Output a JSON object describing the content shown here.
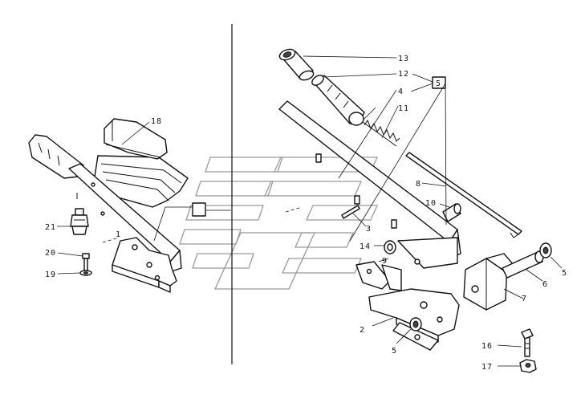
{
  "callouts": {
    "c1": "1",
    "c2": "2",
    "c3": "3",
    "c4": "4",
    "c5a": "5",
    "c5b": "5",
    "c5c": "5",
    "c6": "6",
    "c7": "7",
    "c8": "8",
    "c9": "9",
    "c10": "10",
    "c11": "11",
    "c12": "12",
    "c13": "13",
    "c14": "14",
    "c16": "16",
    "c17": "17",
    "c18": "18",
    "c19": "19",
    "c20": "20",
    "c21": "21"
  },
  "colors": {
    "line": "#111111",
    "watermark": "#9a9a9a",
    "background": "#ffffff"
  }
}
